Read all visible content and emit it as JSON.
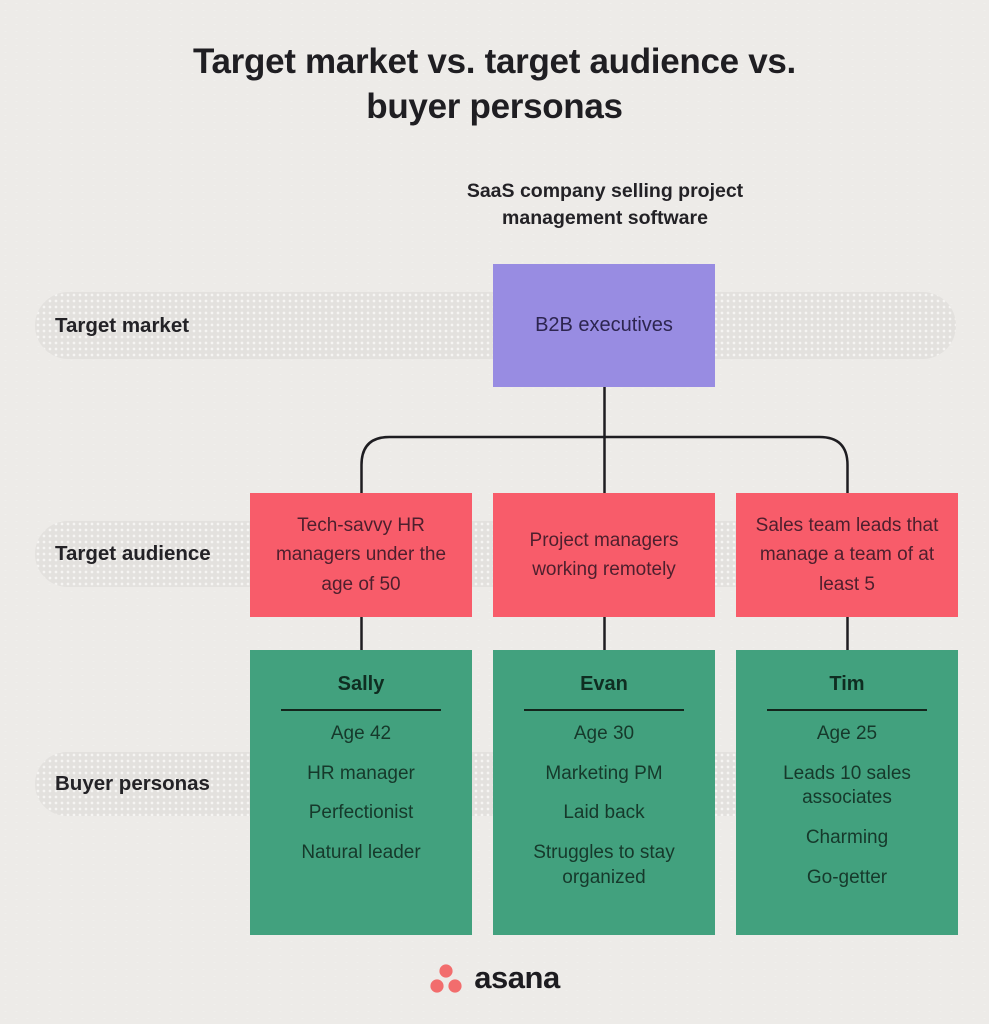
{
  "title": "Target market vs. target audience vs. buyer personas",
  "subtitle": "SaaS company selling project management software",
  "rows": [
    {
      "label": "Target market"
    },
    {
      "label": "Target audience"
    },
    {
      "label": "Buyer personas"
    }
  ],
  "target_market": {
    "box": "B2B executives"
  },
  "target_audience": {
    "boxes": [
      "Tech-savvy HR managers under the age of 50",
      "Project managers working remotely",
      "Sales team leads that manage a team of at least 5"
    ]
  },
  "buyer_personas": {
    "personas": [
      {
        "name": "Sally",
        "traits": [
          "Age 42",
          "HR manager",
          "Perfectionist",
          "Natural leader"
        ]
      },
      {
        "name": "Evan",
        "traits": [
          "Age 30",
          "Marketing PM",
          "Laid back",
          "Struggles to stay organized"
        ]
      },
      {
        "name": "Tim",
        "traits": [
          "Age 25",
          "Leads 10 sales associates",
          "Charming",
          "Go-getter"
        ]
      }
    ]
  },
  "footer": {
    "logo_text": "asana"
  },
  "colors": {
    "background": "#edebe8",
    "band": "#e3e1de",
    "purple": "#988ce2",
    "red": "#f85c6a",
    "green": "#42a17e",
    "line": "#1e1d21",
    "title_text": "#1f1e22",
    "purple_text": "#2d2550",
    "red_text": "#4d1f2d",
    "green_text": "#16392b",
    "logo_coral": "#f26d6d"
  }
}
